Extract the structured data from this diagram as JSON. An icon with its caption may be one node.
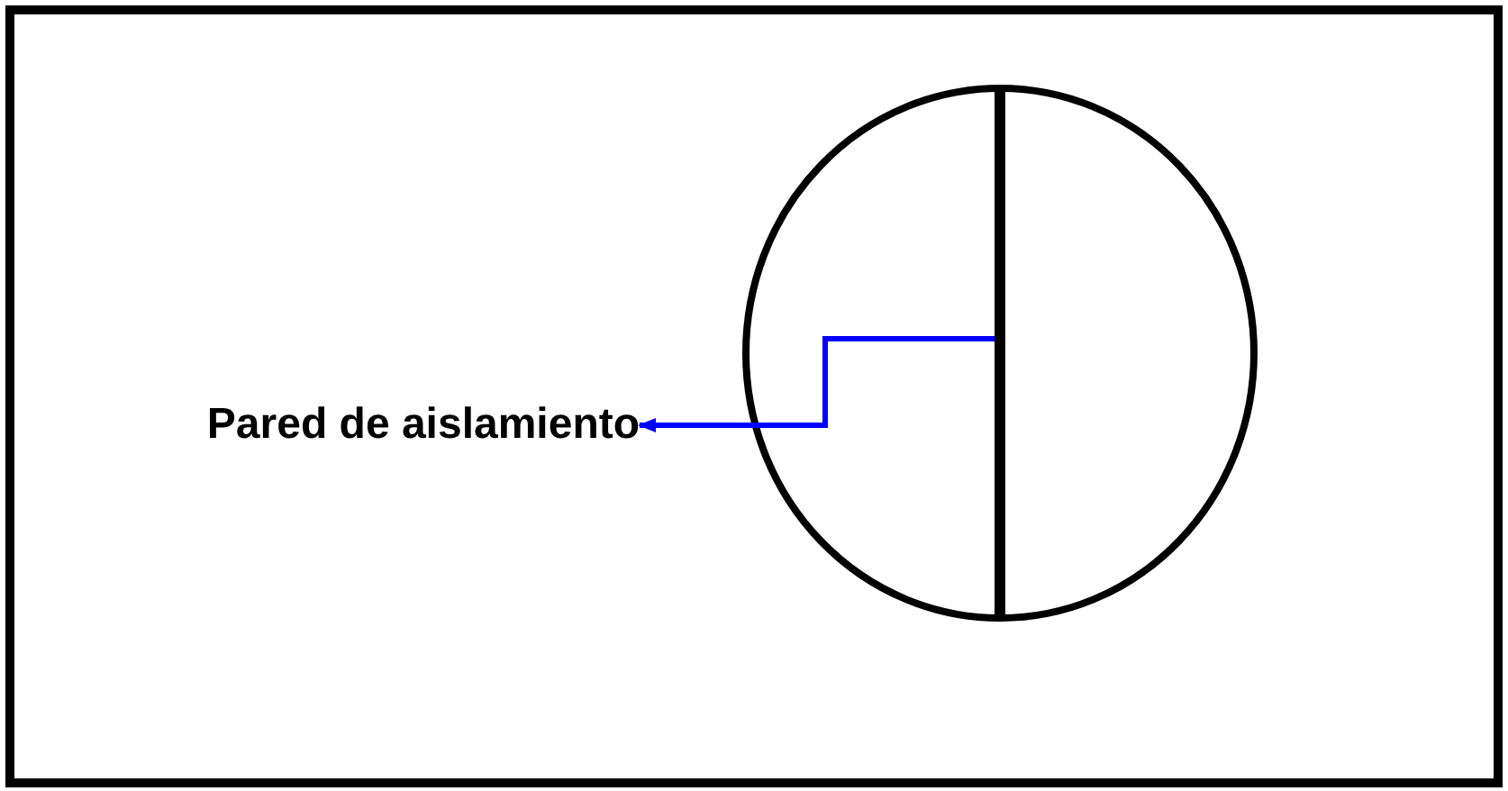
{
  "diagram": {
    "nodes": [
      {
        "text": [
          "Pared de aislamiento"
        ]
      },
      {
        "text": [],
        "shape": "bar"
      }
    ],
    "edges": [
      {
        "from": 1,
        "to": 0,
        "arrow": "to",
        "color": "#0000ff"
      }
    ]
  }
}
